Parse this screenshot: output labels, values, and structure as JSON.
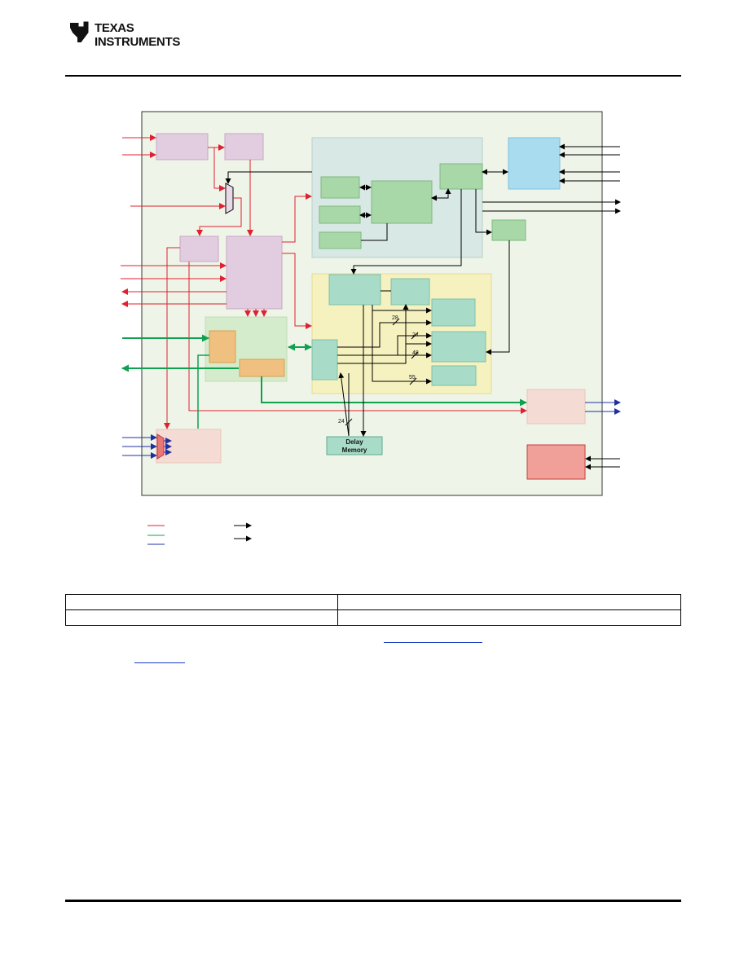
{
  "header": {
    "brand_line_1": "TEXAS",
    "brand_line_2": "INSTRUMENTS",
    "logo_icon": "ti-logo-icon"
  },
  "diagram": {
    "bus_labels": {
      "width_28": "28",
      "width_24_a": "24",
      "width_48": "48",
      "width_55": "55",
      "width_24_b": "24"
    },
    "delay_memory_line_1": "Delay",
    "delay_memory_line_2": "Memory",
    "colors": {
      "red_signal": "#e02030",
      "green_signal": "#10a050",
      "blue_signal": "#2030a0",
      "black_signal": "#000000",
      "outer_bg": "#eef5e8",
      "pink_block": "#e2cce0",
      "teal_panel": "#d8e8e4",
      "green_block": "#a8d8a8",
      "yellow_panel": "#f6f2c0",
      "teal_block": "#a8dcc8",
      "blue_block": "#a8dcee",
      "orange_block": "#f0c080",
      "salmon_block": "#f4dcd4",
      "red_block": "#f0a098"
    }
  },
  "table": {
    "rows": [
      [
        "",
        ""
      ],
      [
        "",
        ""
      ]
    ]
  }
}
